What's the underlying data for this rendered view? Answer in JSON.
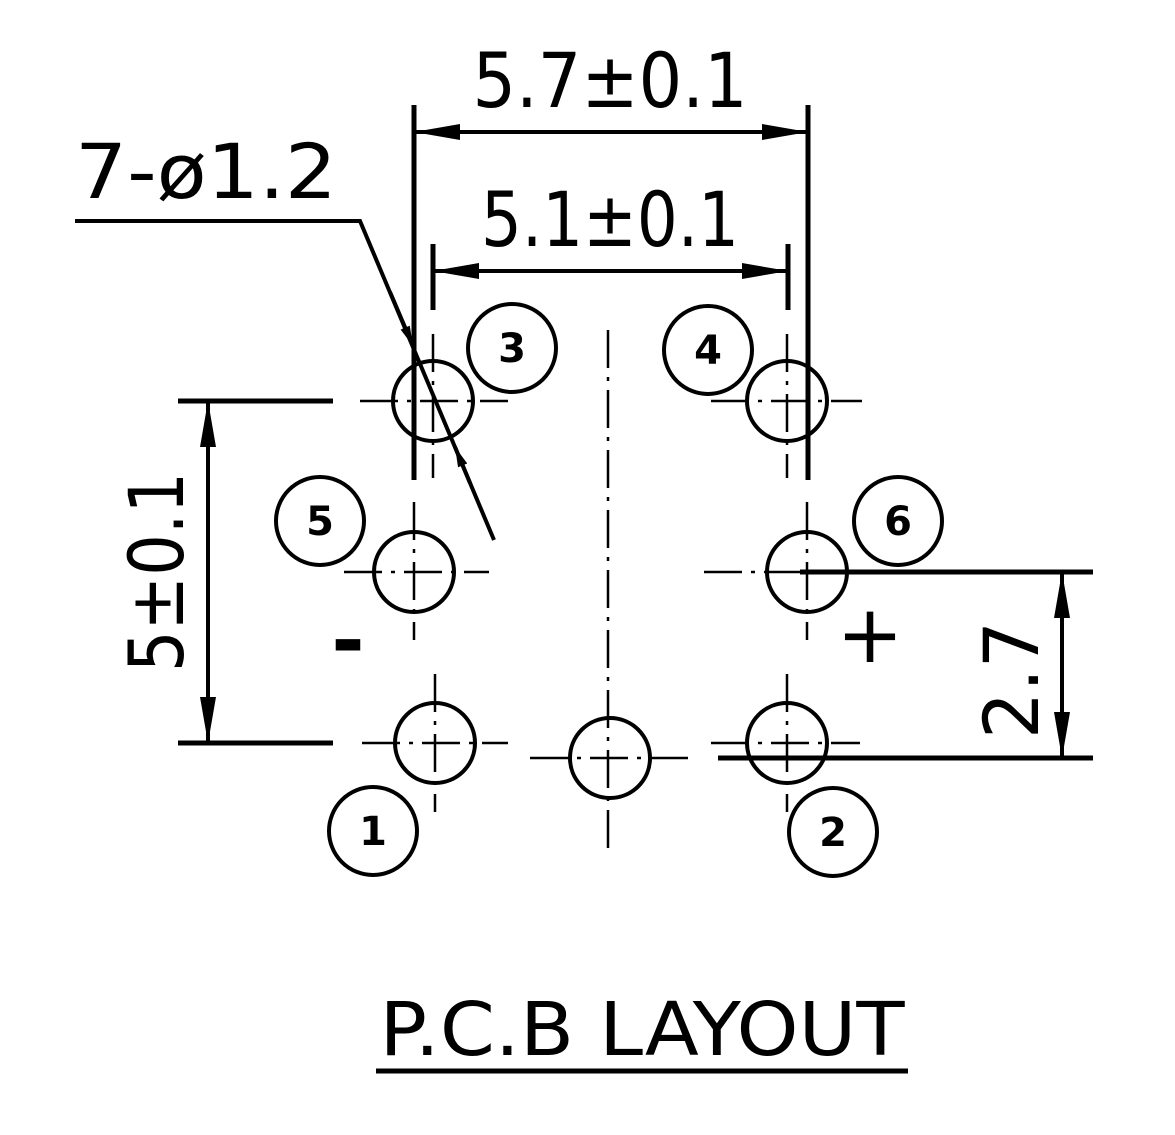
{
  "title": "P.C.B LAYOUT",
  "dimensions": {
    "outer_width": "5.7±0.1",
    "inner_width": "5.1±0.1",
    "hole_spec": "7-ø1.2",
    "vertical_span": "5±0.1",
    "offset": "2.7"
  },
  "pins": {
    "p1": "1",
    "p2": "2",
    "p3": "3",
    "p4": "4",
    "p5": "5",
    "p6": "6"
  },
  "polarity": {
    "minus": "-",
    "plus": "+"
  },
  "colors": {
    "line": "#000000",
    "background": "#ffffff"
  }
}
